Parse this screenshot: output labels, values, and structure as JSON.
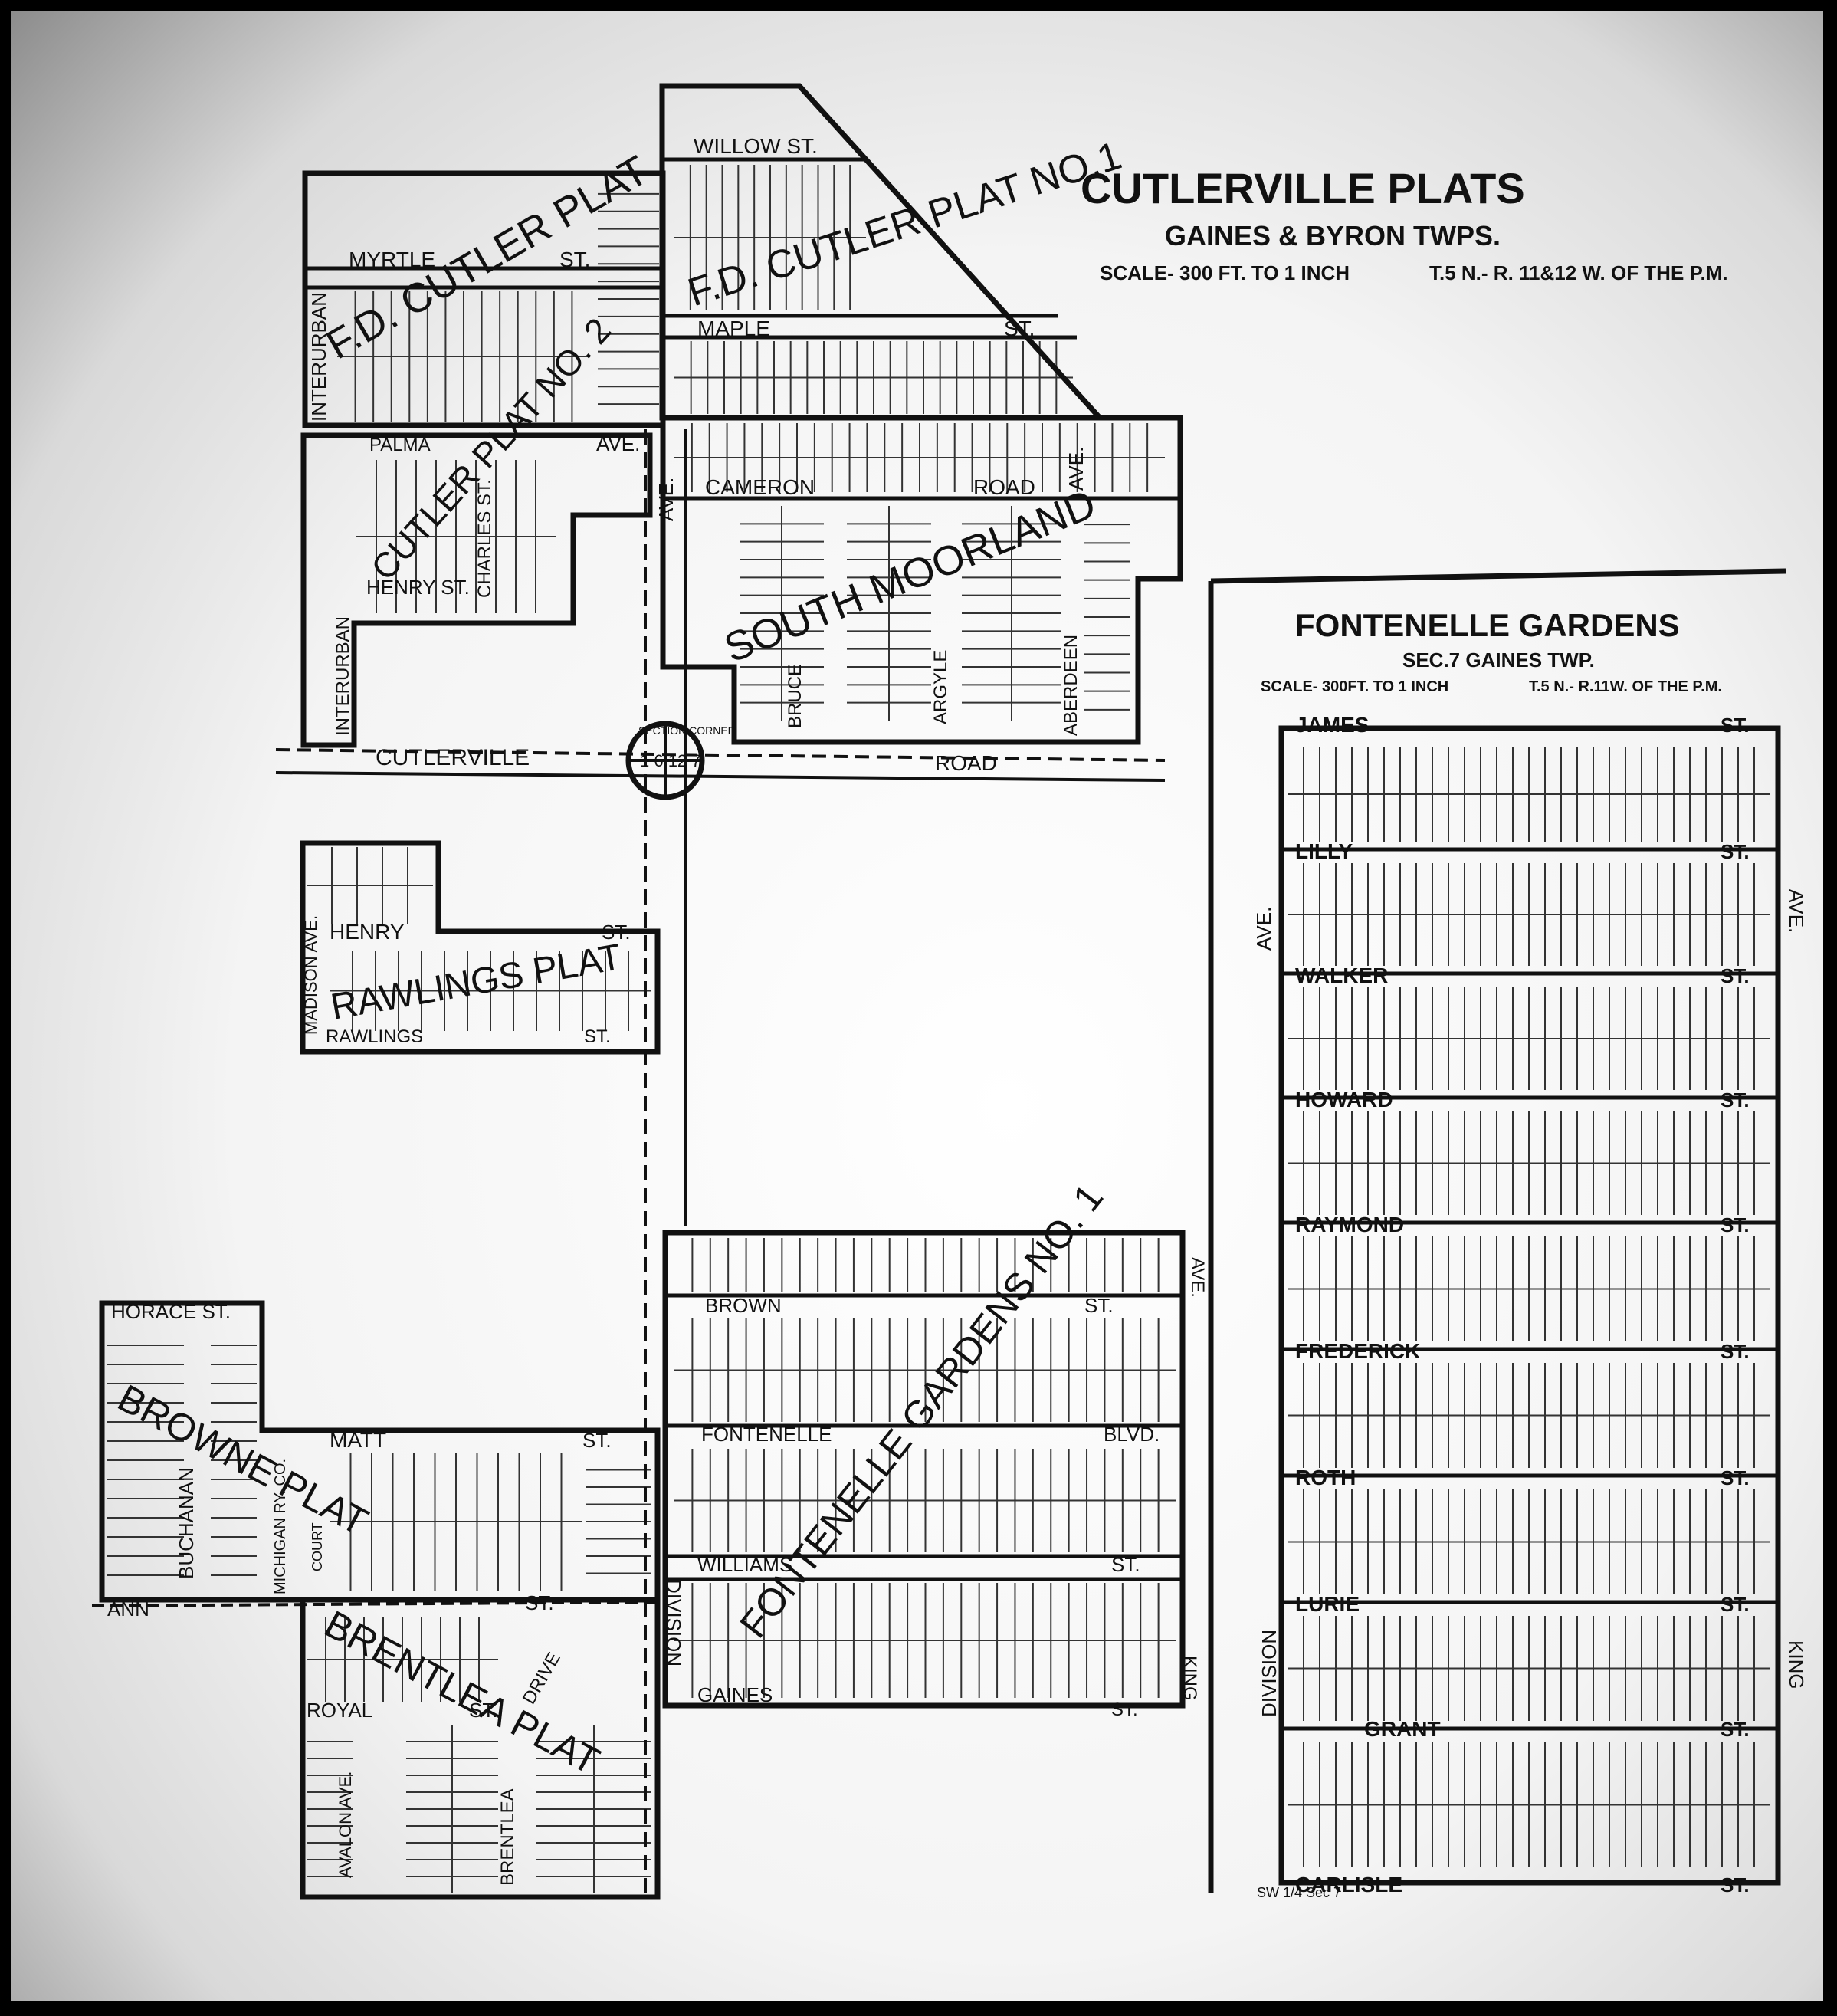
{
  "sheet": {
    "title": "CUTLERVILLE PLATS",
    "subtitle": "GAINES & BYRON TWPS.",
    "scale": "SCALE- 300 FT. TO 1 INCH",
    "township": "T.5 N.- R. 11&12 W. OF THE P.M."
  },
  "inset": {
    "title": "FONTENELLE GARDENS",
    "subtitle": "SEC.7 GAINES TWP.",
    "scale": "SCALE- 300FT. TO 1 INCH",
    "township": "T.5 N.- R.11W. OF THE P.M.",
    "streets": [
      "JAMES",
      "LILLY",
      "WALKER",
      "HOWARD",
      "RAYMOND",
      "FREDERICK",
      "ROTH",
      "LURIE",
      "GRANT",
      "CARLISLE"
    ],
    "street_suffix": "ST.",
    "side_avenues": [
      "DIVISION",
      "AVE.",
      "KING",
      "AVE."
    ],
    "note": "SW 1/4 Sec 7"
  },
  "plats": {
    "cutler_plat": "F.D. CUTLER PLAT",
    "cutler_plat_no1": "F.D. CUTLER PLAT NO.1",
    "cutler_plat_no2": "CUTLER PLAT NO. 2",
    "south_moorland": "SOUTH MOORLAND",
    "rawlings_plat": "RAWLINGS PLAT",
    "browne_plat": "BROWNE PLAT",
    "brentlea_plat": "BRENTLEA PLAT",
    "fontenelle_gardens_no1": "FONTENELLE GARDENS NO. 1"
  },
  "streets": {
    "willow": "WILLOW ST.",
    "myrtle": "MYRTLE",
    "st": "ST.",
    "maple": "MAPLE",
    "interurban": "INTERURBAN",
    "palma": "PALMA",
    "ave": "AVE.",
    "cameron": "CAMERON",
    "road": "ROAD",
    "charles_st": "CHARLES ST.",
    "henry_st": "HENRY ST.",
    "bruce": "BRUCE",
    "argyle": "ARGYLE",
    "aberdeen": "ABERDEEN",
    "cutlerville": "CUTLERVILLE",
    "section_corner": "SECTION CORNER",
    "section_nums": "1 6 12 7",
    "henry": "HENRY",
    "rawlings": "RAWLINGS",
    "madison": "MADISON AVE.",
    "horace": "HORACE ST.",
    "buchanan": "BUCHANAN",
    "matt": "MATT",
    "railway": "MICHIGAN RY. CO.",
    "court": "COURT",
    "division": "DIVISION",
    "ann": "ANN",
    "royal": "ROYAL",
    "avalon": "AVALON AVE.",
    "brentlea": "BRENTLEA",
    "drive": "DRIVE",
    "brown": "BROWN",
    "fontenelle_blvd": "FONTENELLE",
    "blvd": "BLVD.",
    "williams": "WILLIAMS",
    "gaines": "GAINES",
    "king": "KING"
  },
  "colors": {
    "ink": "#111111",
    "paper": "#f4f4f4"
  }
}
